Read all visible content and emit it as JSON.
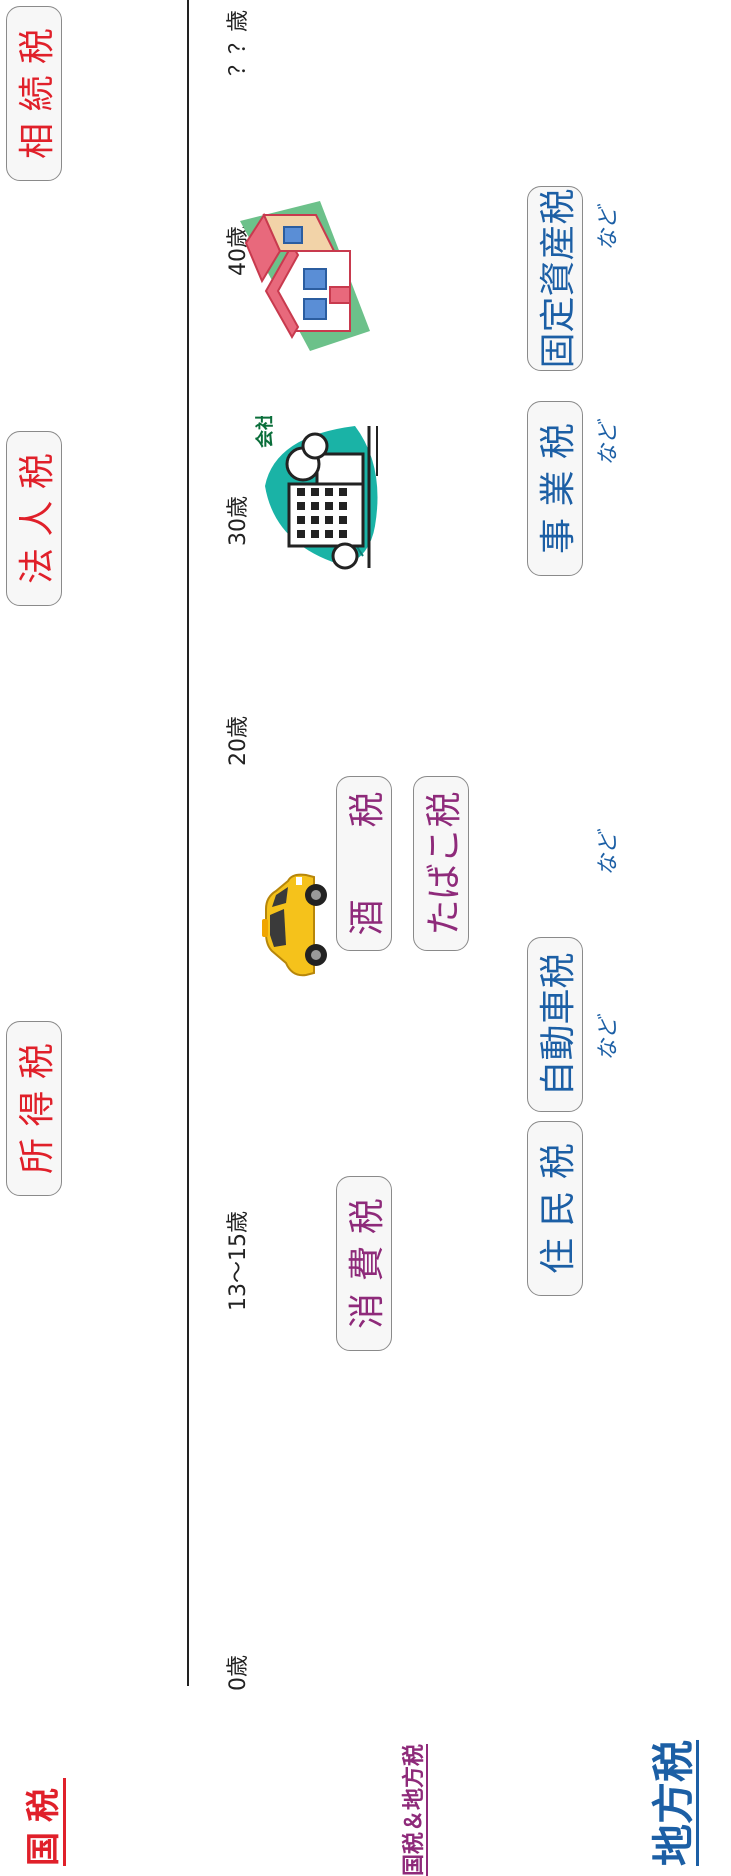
{
  "headings": {
    "national": "国税",
    "both": "国税＆地方税",
    "local": "地方税"
  },
  "ages": [
    "0歳",
    "13〜15歳",
    "20歳",
    "30歳",
    "40歳",
    "？？歳"
  ],
  "national_taxes": {
    "income": "所 得 税",
    "corporate": "法 人 税",
    "inheritance": "相 続 税"
  },
  "both_taxes": {
    "consumption": "消 費 税",
    "liquor": "酒　　税",
    "tobacco": "たばこ税"
  },
  "local_taxes": {
    "resident": "住 民 税",
    "automobile": "自動車税",
    "business": "事 業 税",
    "property": "固定資産税"
  },
  "nado": "など",
  "company_label": "会社",
  "colors": {
    "national": "#e0202a",
    "both": "#8e2a7a",
    "local": "#1c5fa5"
  }
}
